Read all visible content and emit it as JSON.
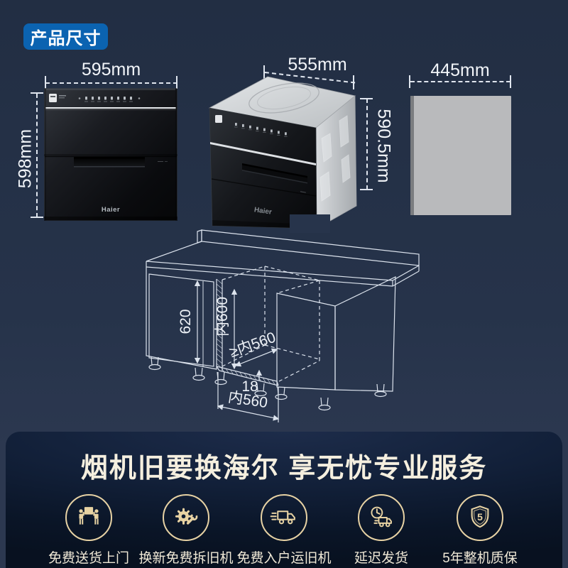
{
  "badge": {
    "label": "产品尺寸"
  },
  "views": {
    "front": {
      "width_label": "595mm",
      "height_label": "598mm",
      "brand": "Haier"
    },
    "perspective": {
      "depth_label": "555mm",
      "height_label": "590.5mm",
      "brand": "Haier"
    },
    "side": {
      "width_label": "445mm"
    }
  },
  "cabinet": {
    "height_620": "620",
    "inner_height": "内600",
    "inner_depth": "≥内560",
    "panel_thickness": "18",
    "inner_width": "内560"
  },
  "banner": {
    "title": "烟机旧要换海尔 享无忧专业服务",
    "warranty_number": "5",
    "services": [
      {
        "icon": "delivery-people-icon",
        "label": "免费送货上门"
      },
      {
        "icon": "gear-wrench-icon",
        "label": "换新免费拆旧机"
      },
      {
        "icon": "truck-icon",
        "label": "免费入户运旧机"
      },
      {
        "icon": "clock-truck-icon",
        "label": "延迟发货"
      },
      {
        "icon": "shield-5-icon",
        "label": "5年整机质保"
      }
    ]
  },
  "colors": {
    "background": "#26334a",
    "card": "#0c1a30",
    "accent_gold": "#e8d3a3",
    "badge_blue": "#0b63b1",
    "appliance_black": "#0c0d10",
    "silver": "#c6c9cc",
    "dimension_text": "#f2f5f9"
  }
}
